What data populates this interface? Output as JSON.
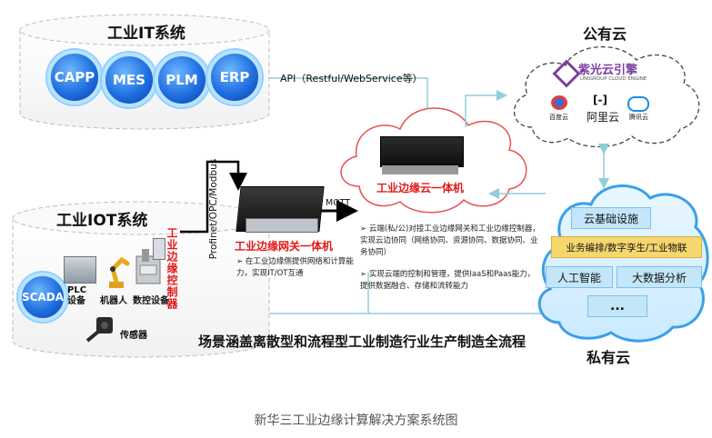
{
  "it_system": {
    "title": "工业IT系统",
    "apps": [
      "CAPP",
      "MES",
      "PLM",
      "ERP"
    ]
  },
  "iot_system": {
    "title": "工业IOT系统",
    "scada": "SCADA",
    "plc_label": "PLC\n设备",
    "robot_label": "机器人",
    "cnc_label": "数控设备",
    "sensor_label": "传感器",
    "controller_label": "工业边缘控制器"
  },
  "protocol_label": "Profinet/OPC/Modbus",
  "api_label": "API（Restful/WebService等）",
  "mqtt_label": "MQTT",
  "gateway": {
    "title": "工业边缘网关一体机",
    "bullets": [
      "在工业边缘侧提供网络和计算能力，实现IT/OT互通"
    ]
  },
  "edge_cloud": {
    "title": "工业边缘云一体机",
    "bullets": [
      "云端(私/公)对接工业边缘网关和工业边缘控制器，实现云边协同（网络协同、资源协同、数据协同、业务协同）",
      "实现云端的控制和管理，提供IaaS和Paas能力，提供数据融合、存储和流转能力"
    ]
  },
  "public_cloud": {
    "title": "公有云",
    "logo_main": "紫光云引擎",
    "logo_sub": "UNIGROUP CLOUD ENGINE",
    "providers": [
      "百度云",
      "阿里云",
      "腾讯云"
    ]
  },
  "private_cloud": {
    "title": "私有云",
    "layers": [
      "云基础设施",
      "业务编排/数字孪生/工业物联",
      "人工智能",
      "大数据分析",
      "..."
    ]
  },
  "scenario_text": "场景涵盖离散型和流程型工业制造行业生产制造全流程",
  "caption": "新华三工业边缘计算解决方案系统图",
  "colors": {
    "accent_red": "#e31818",
    "private_cloud_blue": "#3aa0e8",
    "edge_cloud_red": "#e85050",
    "line_teal": "#8ecfd8"
  }
}
